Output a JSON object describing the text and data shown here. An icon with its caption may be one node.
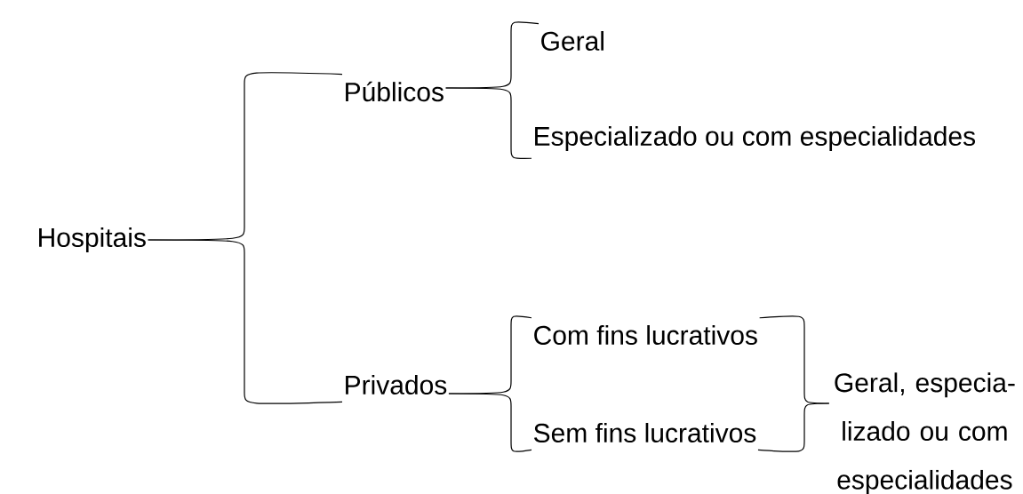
{
  "diagram": {
    "nodes": [
      {
        "text": [
          "Hospitais"
        ]
      },
      {
        "text": [
          "Públicos"
        ]
      },
      {
        "text": [
          "Privados"
        ]
      },
      {
        "text": [
          "Geral"
        ]
      },
      {
        "text": [
          "Especializado ou com especialidades"
        ]
      },
      {
        "text": [
          "Com fins lucrativos"
        ]
      },
      {
        "text": [
          "Sem fins lucrativos"
        ]
      },
      {
        "text": [
          "Geral, especia- lizado ou com especialidades"
        ]
      }
    ],
    "edges": [
      {
        "from": 0,
        "to": 1,
        "arrow": "none"
      },
      {
        "from": 0,
        "to": 2,
        "arrow": "none"
      },
      {
        "from": 1,
        "to": 3,
        "arrow": "none"
      },
      {
        "from": 1,
        "to": 4,
        "arrow": "none"
      },
      {
        "from": 2,
        "to": 5,
        "arrow": "none"
      },
      {
        "from": 2,
        "to": 6,
        "arrow": "none"
      },
      {
        "from": 5,
        "to": 7,
        "arrow": "none"
      },
      {
        "from": 6,
        "to": 7,
        "arrow": "none"
      }
    ]
  }
}
